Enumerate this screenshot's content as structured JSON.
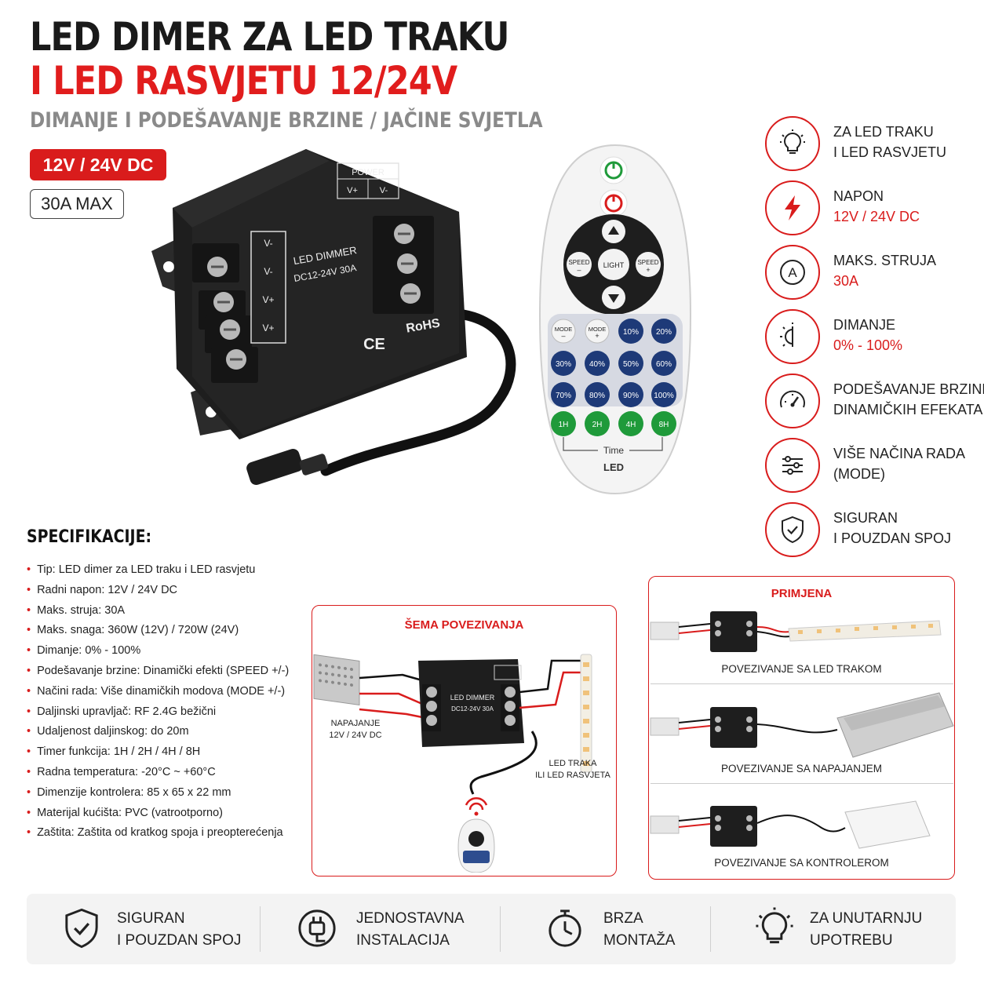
{
  "header": {
    "title_line1": "LED DIMER ZA LED TRAKU",
    "title_line2": "I LED RASVJETU 12/24V",
    "subtitle": "DIMANJE I PODEŠAVANJE BRZINE / JAČINE SVJETLA",
    "badge_voltage": "12V / 24V DC",
    "badge_current": "30A MAX"
  },
  "product": {
    "power_label": "POWER",
    "power_plus": "V+",
    "power_minus": "V-",
    "left_terminals": [
      "V-",
      "V-",
      "V+",
      "V+"
    ],
    "model_line1": "LED DIMMER",
    "model_line2": "DC12-24V 30A",
    "ce": "CE",
    "rohs": "RoHS"
  },
  "remote": {
    "light": "LIGHT",
    "speed_minus": [
      "SPEED",
      "–"
    ],
    "speed_plus": [
      "SPEED",
      "+"
    ],
    "mode_minus": [
      "MODE",
      "–"
    ],
    "mode_plus": [
      "MODE",
      "+"
    ],
    "percents": [
      "10%",
      "20%",
      "30%",
      "40%",
      "50%",
      "60%",
      "70%",
      "80%",
      "90%",
      "100%"
    ],
    "timers": [
      "1H",
      "2H",
      "4H",
      "8H"
    ],
    "time_label": "Time",
    "brand": "LED"
  },
  "features": [
    {
      "icon": "bulb-icon",
      "line1": "ZA LED TRAKU",
      "line2": "I LED RASVJETU",
      "line2_red": false
    },
    {
      "icon": "lightning-icon",
      "line1": "NAPON",
      "line2": "12V / 24V DC",
      "line2_red": true
    },
    {
      "icon": "ampere-icon",
      "line1": "MAKS. STRUJA",
      "line2": "30A",
      "line2_red": true
    },
    {
      "icon": "dimming-icon",
      "line1": "DIMANJE",
      "line2": "0% - 100%",
      "line2_red": true
    },
    {
      "icon": "speedometer-icon",
      "line1": "PODEŠAVANJE BRZINE",
      "line2": "DINAMIČKIH EFEKATA",
      "line2_red": false
    },
    {
      "icon": "sliders-icon",
      "line1": "VIŠE NAČINA RADA",
      "line2": "(MODE)",
      "line2_red": false
    },
    {
      "icon": "shield-check-icon",
      "line1": "SIGURAN",
      "line2": "I POUZDAN SPOJ",
      "line2_red": false
    }
  ],
  "specs": {
    "title": "SPECIFIKACIJE:",
    "items": [
      "Tip: LED dimer za LED traku i LED rasvjetu",
      "Radni napon: 12V / 24V DC",
      "Maks. struja: 30A",
      "Maks. snaga: 360W (12V) / 720W (24V)",
      "Dimanje: 0% - 100%",
      "Podešavanje brzine: Dinamički efekti (SPEED +/-)",
      "Načini rada: Više dinamičkih modova (MODE +/-)",
      "Daljinski upravljač: RF 2.4G bežični",
      "Udaljenost daljinskog: do 20m",
      "Timer funkcija: 1H / 2H / 4H / 8H",
      "Radna temperatura: -20°C ~ +60°C",
      "Dimenzije kontrolera: 85 x 65 x 22 mm",
      "Materijal kućišta: PVC (vatrootporno)",
      "Zaštita: Zaštita od kratkog spoja i preopterećenja"
    ]
  },
  "wiring": {
    "title": "ŠEMA POVEZIVANJA",
    "psu_line1": "NAPAJANJE",
    "psu_line2": "12V / 24V DC",
    "strip_line1": "LED TRAKA",
    "strip_line2": "ILI LED RASVJETA"
  },
  "application": {
    "title": "PRIMJENA",
    "captions": [
      "POVEZIVANJE SA LED TRAKOM",
      "POVEZIVANJE SA NAPAJANJEM",
      "POVEZIVANJE SA KONTROLEROM"
    ]
  },
  "bottom": [
    {
      "icon": "shield-check-icon",
      "line1": "SIGURAN",
      "line2": "I POUZDAN SPOJ"
    },
    {
      "icon": "plug-icon",
      "line1": "JEDNOSTAVNA",
      "line2": "INSTALACIJA"
    },
    {
      "icon": "stopwatch-icon",
      "line1": "BRZA",
      "line2": "MONTAŽA"
    },
    {
      "icon": "bulb-icon",
      "line1": "ZA UNUTARNJU",
      "line2": "UPOTREBU"
    }
  ],
  "colors": {
    "accent": "#d91c1c",
    "dark": "#1a1a1a",
    "blue_button": "#1e3a78",
    "green_button": "#1f9a3a"
  }
}
